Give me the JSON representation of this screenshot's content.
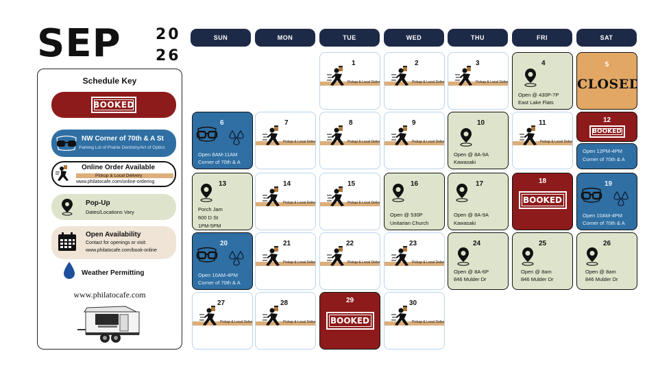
{
  "header": {
    "month": "SEP",
    "year_top": "20",
    "year_bottom": "26"
  },
  "days": [
    "SUN",
    "MON",
    "TUE",
    "WED",
    "THU",
    "FRI",
    "SAT"
  ],
  "key": {
    "title": "Schedule Key",
    "booked": "BOOKED",
    "nw_title": "NW Corner of 70th & A St",
    "nw_sub": "Parking Lot of Prairie Dentistry/Art of Optics",
    "online_title": "Online Order Available",
    "online_strip": "Pickup & Local Delivery",
    "online_url": "www.philatocafe.com/online-ordering",
    "popup_title": "Pop-Up",
    "popup_sub": "Dates/Locations Vary",
    "avail_title": "Open Availability",
    "avail_sub": "Contact for openings or visit:",
    "avail_url": "www.philatocafe.com/book-online",
    "weather": "Weather Permitting",
    "website": "www.philatocafe.com"
  },
  "labels": {
    "strip": "Pickup & Local Delivery",
    "booked": "BOOKED",
    "closed": "CLOSED"
  },
  "cells": {
    "d1": "1",
    "d2": "2",
    "d3": "3",
    "d4": "4",
    "d4_l1": "Open @ 430P-7P",
    "d4_l2": "East Lake Flats",
    "d5": "5",
    "d6": "6",
    "d6_l1": "Open 8AM-11AM",
    "d6_l2": "Corner of 70th & A",
    "d7": "7",
    "d8": "8",
    "d9": "9",
    "d10": "10",
    "d10_l1": "Open @ 8A-9A",
    "d10_l2": "Kawasaki",
    "d11": "11",
    "d12": "12",
    "d12_l1": "Open 12PM-4PM",
    "d12_l2": "Corner of 70th & A",
    "d13": "13",
    "d13_l1": "Porch Jam",
    "d13_l2": "600 D St",
    "d13_l3": "1PM-5PM",
    "d14": "14",
    "d15": "15",
    "d16": "16",
    "d16_l1": "Open @ 530P",
    "d16_l2": "Unitarian Church",
    "d17": "17",
    "d17_l1": "Open @ 8A-9A",
    "d17_l2": "Kawasaki",
    "d18": "18",
    "d19": "19",
    "d19_l1": "Open 10AM-4PM",
    "d19_l2": "Corner of 70th & A",
    "d20": "20",
    "d20_l1": "Open 10AM-4PM",
    "d20_l2": "Corner of 70th & A",
    "d21": "21",
    "d22": "22",
    "d23": "23",
    "d24": "24",
    "d24_l1": "Open @ 8A-6P",
    "d24_l2": "846 Mulder Dr",
    "d25": "25",
    "d25_l1": "Open @ 8am",
    "d25_l2": "846 Mulder Dr",
    "d26": "26",
    "d26_l1": "Open @ 8am",
    "d26_l2": "846 Mulder Dr",
    "d27": "27",
    "d28": "28",
    "d29": "29",
    "d30": "30"
  },
  "colors": {
    "header_navy": "#1d2a47",
    "booked_red": "#8e1b1b",
    "nw_blue": "#2f6fa3",
    "popup_green": "#dde4cb",
    "closed_orange": "#e2a764",
    "avail_beige": "#efe4d6",
    "strip_tan": "#dcae7a"
  },
  "icons": [
    "runner-icon",
    "map-pin-icon",
    "glasses-icon",
    "rain-drops-icon",
    "calendar-icon",
    "water-drop-icon",
    "food-trailer-icon"
  ]
}
